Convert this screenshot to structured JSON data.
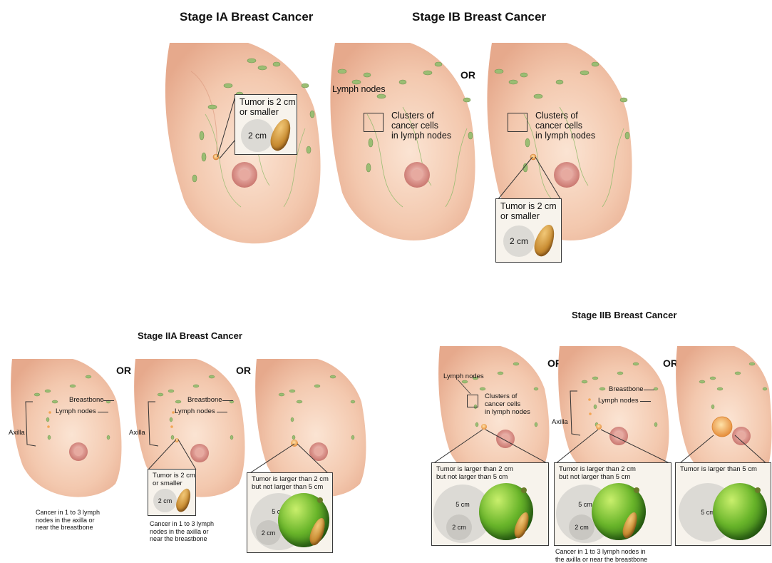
{
  "titles": {
    "stage_ia": "Stage IA Breast Cancer",
    "stage_ib": "Stage IB Breast Cancer",
    "stage_iia": "Stage IIA Breast Cancer",
    "stage_iib": "Stage IIB Breast Cancer"
  },
  "or_label": "OR",
  "labels": {
    "lymph_nodes": "Lymph nodes",
    "clusters": "Clusters of\ncancer cells\nin lymph nodes",
    "breastbone": "Breastbone",
    "axilla": "Axilla",
    "tumor_2cm_smaller": "Tumor is 2 cm\nor smaller",
    "tumor_2_to_5": "Tumor is larger than 2 cm\nbut not larger than 5 cm",
    "tumor_gt5": "Tumor is larger than 5 cm",
    "size_2cm": "2 cm",
    "size_5cm": "5 cm"
  },
  "captions": {
    "iia_1": "Cancer in 1 to 3 lymph\nnodes in the axilla or\nnear the breastbone",
    "iia_2": "Cancer in 1 to 3 lymph\nnodes in the axilla or\nnear the breastbone",
    "iib_2": "Cancer in 1 to 3 lymph nodes in\nthe axilla or near the breastbone"
  },
  "colors": {
    "skin": "#f4cdb2",
    "skin_dark": "#e4a98a",
    "nipple": "#d98a86",
    "node": "#8fb56a",
    "tumor": "#f3a553"
  }
}
